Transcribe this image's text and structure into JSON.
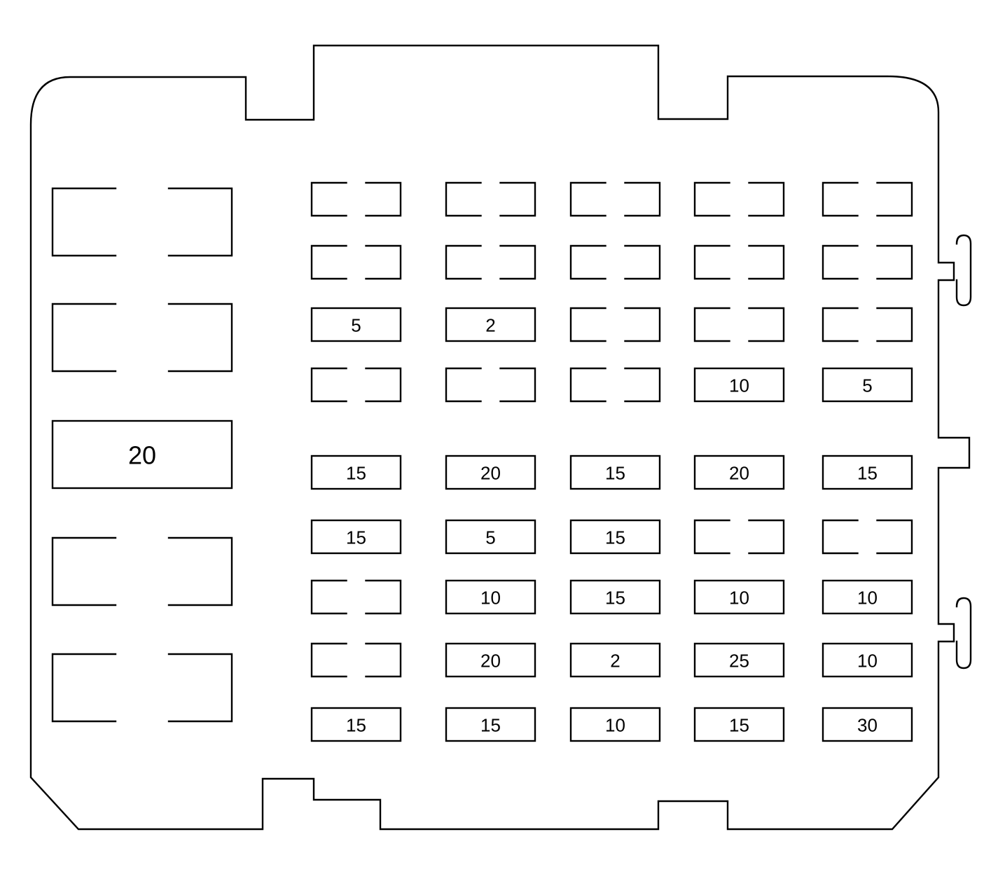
{
  "fuse_block": {
    "relay_column": [
      "",
      "",
      "20",
      "",
      ""
    ],
    "fuse_grid": [
      [
        "",
        "",
        "",
        "",
        ""
      ],
      [
        "",
        "",
        "",
        "",
        ""
      ],
      [
        "5",
        "2",
        "",
        "",
        ""
      ],
      [
        "",
        "",
        "",
        "10",
        "5"
      ],
      [
        "15",
        "20",
        "15",
        "20",
        "15"
      ],
      [
        "15",
        "5",
        "15",
        "",
        ""
      ],
      [
        "",
        "10",
        "15",
        "10",
        "10"
      ],
      [
        "",
        "20",
        "2",
        "25",
        "10"
      ],
      [
        "15",
        "15",
        "10",
        "15",
        "30"
      ]
    ]
  }
}
